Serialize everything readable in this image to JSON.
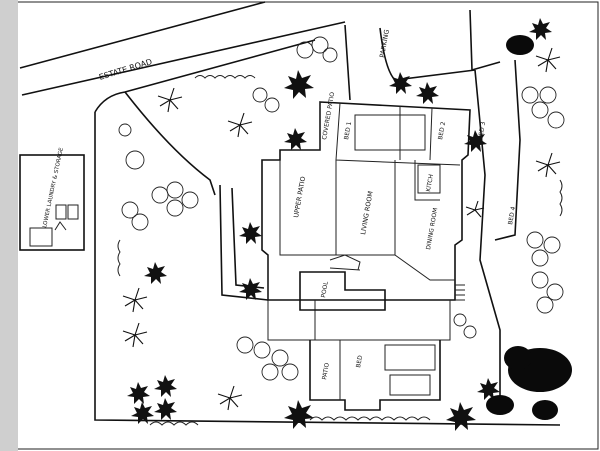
{
  "labels": {
    "estate_road": "ESTATE ROAD",
    "parking": "PARKING",
    "covered_patio": "COVERED PATIO",
    "bed_1": "BED 1",
    "bed_2": "BED 2",
    "bed_3": "BED 3",
    "bed_4": "BED 4",
    "upper_patio": "UPPER PATIO",
    "living_room": "LIVING ROOM",
    "kitchen": "KITCH",
    "dining_room": "DINING ROOM",
    "pool": "POOL",
    "patio": "PATIO",
    "bed_5": "BED",
    "laundry": "LOWER LAUNDRY & STORAGE"
  },
  "colors": {
    "ink": "#111111",
    "paper": "#ffffff"
  }
}
